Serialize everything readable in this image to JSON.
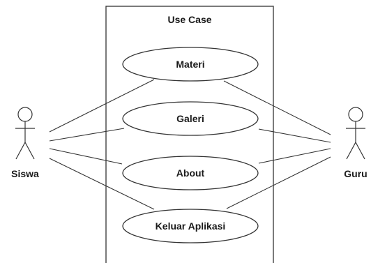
{
  "system": {
    "title": "Use Case"
  },
  "use_cases": [
    {
      "id": "materi",
      "label": "Materi"
    },
    {
      "id": "galeri",
      "label": "Galeri"
    },
    {
      "id": "about",
      "label": "About"
    },
    {
      "id": "keluar",
      "label": "Keluar Aplikasi"
    }
  ],
  "actors": [
    {
      "id": "siswa",
      "label": "Siswa"
    },
    {
      "id": "guru",
      "label": "Guru"
    }
  ],
  "associations": [
    {
      "actor": "siswa",
      "use_case": "materi"
    },
    {
      "actor": "siswa",
      "use_case": "galeri"
    },
    {
      "actor": "siswa",
      "use_case": "about"
    },
    {
      "actor": "siswa",
      "use_case": "keluar"
    },
    {
      "actor": "guru",
      "use_case": "materi"
    },
    {
      "actor": "guru",
      "use_case": "galeri"
    },
    {
      "actor": "guru",
      "use_case": "about"
    },
    {
      "actor": "guru",
      "use_case": "keluar"
    }
  ]
}
